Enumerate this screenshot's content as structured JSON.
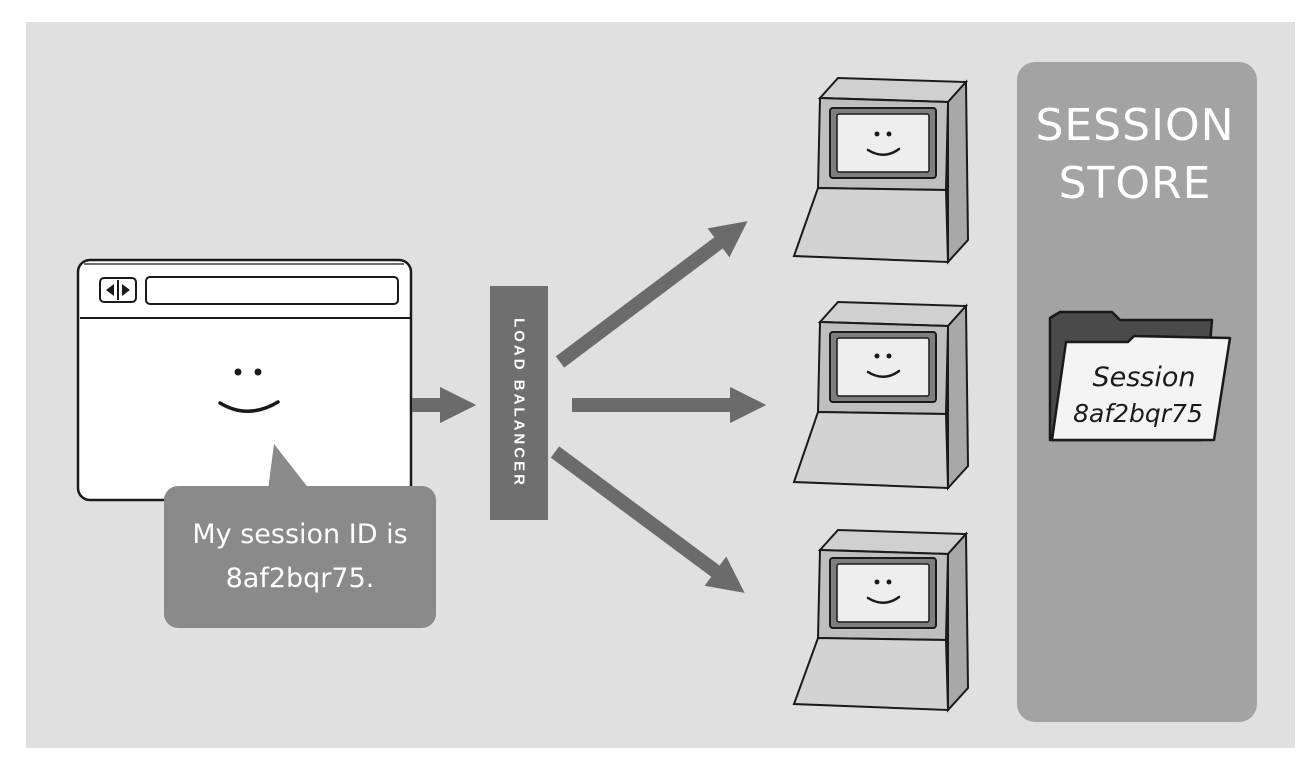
{
  "load_balancer": {
    "label": "LOAD BALANCER"
  },
  "speech_bubble": {
    "line1": "My session ID is",
    "line2": "8af2bqr75."
  },
  "session_store": {
    "title_line1": "SESSION",
    "title_line2": "STORE",
    "folder_label_line1": "Session",
    "folder_label_line2": "8af2bqr75"
  },
  "colors": {
    "background": "#e0e0e0",
    "arrow": "#6b6b6b",
    "load_balancer": "#6f6f6f",
    "speech_bubble": "#8a8a8a",
    "session_store": "#a3a3a3",
    "outline": "#1a1a1a"
  }
}
